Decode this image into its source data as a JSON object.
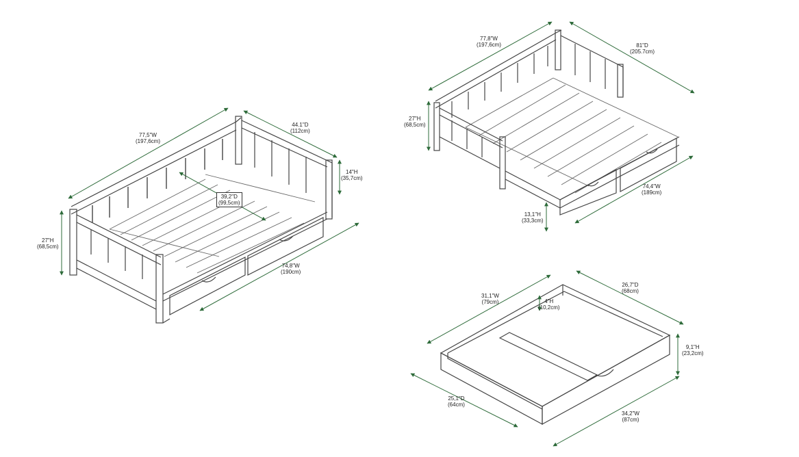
{
  "colors": {
    "dimension_line": "#2e6b3a",
    "drawing_line": "#444444",
    "background": "#ffffff"
  },
  "daybed": {
    "width": {
      "in": "77,5\"W",
      "cm": "(197,6cm)"
    },
    "depth": {
      "in": "44.1\"D",
      "cm": "(112cm)"
    },
    "height": {
      "in": "27\"H",
      "cm": "(68,5cm)"
    },
    "rail_height": {
      "in": "14\"H",
      "cm": "(35,7cm)"
    },
    "mattress_depth": {
      "in": "39,2\"D",
      "cm": "(99,5cm)"
    },
    "drawer_width": {
      "in": "74,8\"W",
      "cm": "(190cm)"
    }
  },
  "trundle": {
    "width": {
      "in": "77,8\"W",
      "cm": "(197,6cm)"
    },
    "depth": {
      "in": "81\"D",
      "cm": "(205.7cm)"
    },
    "height": {
      "in": "27\"H",
      "cm": "(68,5cm)"
    },
    "trundle_height": {
      "in": "13,1\"H",
      "cm": "(33,3cm)"
    },
    "trundle_width": {
      "in": "74,4\"W",
      "cm": "(189cm)"
    }
  },
  "drawer": {
    "width": {
      "in": "31,1\"W",
      "cm": "(79cm)"
    },
    "inner_height": {
      "in": "4\"H",
      "cm": "(10,2cm)"
    },
    "depth": {
      "in": "26,7\"D",
      "cm": "(68cm)"
    },
    "height": {
      "in": "9,1\"H",
      "cm": "(23,2cm)"
    },
    "inner_depth": {
      "in": "25,1\"D",
      "cm": "(64cm)"
    },
    "outer_width": {
      "in": "34,2\"W",
      "cm": "(87cm)"
    }
  }
}
